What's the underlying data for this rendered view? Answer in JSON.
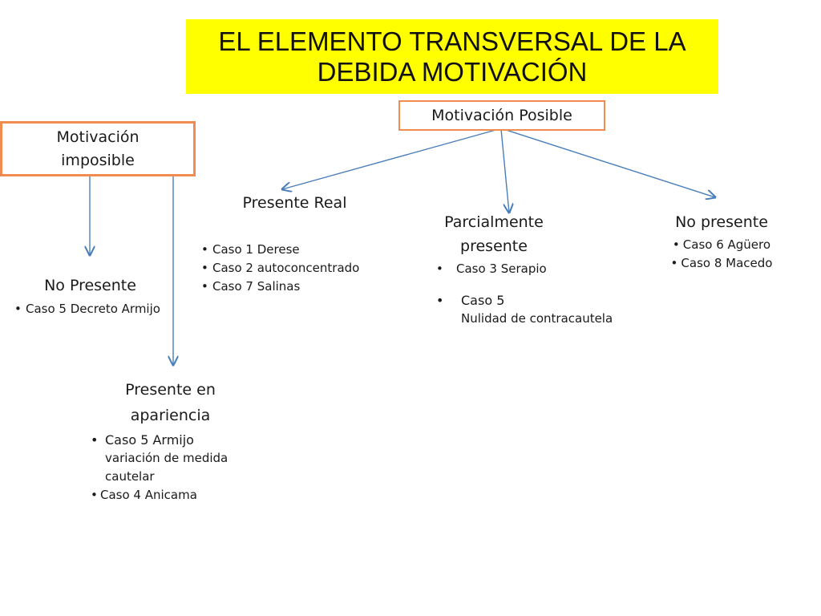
{
  "title": {
    "line1": "EL ELEMENTO TRANSVERSAL DE LA",
    "line2": "DEBIDA MOTIVACIÓN"
  },
  "motivacion_imposible": {
    "line1": "Motivación",
    "line2": "imposible",
    "children": {
      "no_presente": {
        "title": "No Presente",
        "items": [
          "Caso 5 Decreto Armijo"
        ]
      },
      "presente_apariencia": {
        "title_line1": "Presente en",
        "title_line2": "apariencia",
        "item1_line1": "Caso 5 Armijo",
        "item1_line2": "variación de medida",
        "item1_line3": "cautelar",
        "item2": "Caso 4 Anicama"
      }
    }
  },
  "motivacion_posible": {
    "label": "Motivación Posible",
    "children": {
      "presente_real": {
        "title": "Presente Real",
        "items": [
          "Caso 1 Derese",
          " Caso  2 autoconcentrado",
          "Caso 7 Salinas"
        ]
      },
      "parcialmente_presente": {
        "title_line1": "Parcialmente",
        "title_line2": "presente",
        "item1": "Caso 3 Serapio",
        "item2_line1": "Caso 5",
        "item2_line2": "Nulidad de contracautela"
      },
      "no_presente": {
        "title": "No presente",
        "items": [
          "Caso 6 Agüero",
          "Caso 8 Macedo"
        ]
      }
    }
  },
  "colors": {
    "title_bg": "#ffff00",
    "box_border": "#f08c4f",
    "arrow": "#4a7ebb"
  }
}
